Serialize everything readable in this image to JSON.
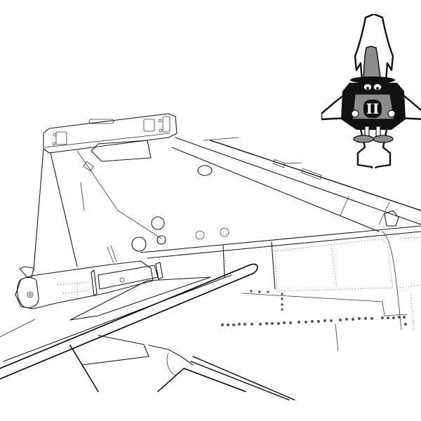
{
  "illustration": {
    "subject": "Aircraft tail section line drawing",
    "style": "black ink line art on white",
    "colors": {
      "background": "#ffffff",
      "ink": "#1a1a1a",
      "badge_gray": "#8c8c8c",
      "badge_dark": "#111111"
    }
  },
  "badge": {
    "label": "II",
    "icon": "spook-mascot-phantom-icon"
  },
  "rivet_rows": {
    "lower_fuselage_count": 30
  }
}
